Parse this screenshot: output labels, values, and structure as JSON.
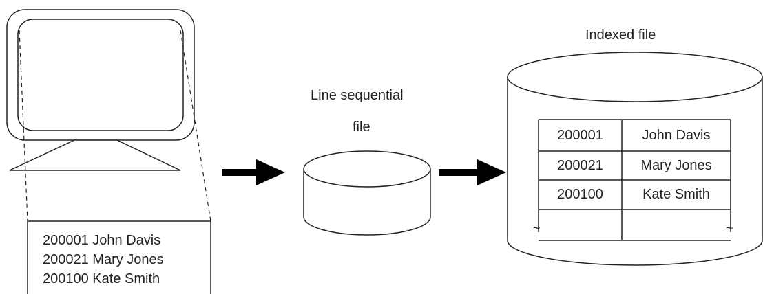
{
  "line_sequential_file": {
    "label_line1": "Line sequential",
    "label_line2": "file"
  },
  "indexed_file": {
    "label": "Indexed file",
    "rows": [
      {
        "id": "200001",
        "name": "John Davis"
      },
      {
        "id": "200021",
        "name": "Mary Jones"
      },
      {
        "id": "200100",
        "name": "Kate Smith"
      }
    ],
    "continuation_mark": "~"
  },
  "screen_records": [
    "200001 John Davis",
    "200021 Mary Jones",
    "200100 Kate Smith"
  ]
}
